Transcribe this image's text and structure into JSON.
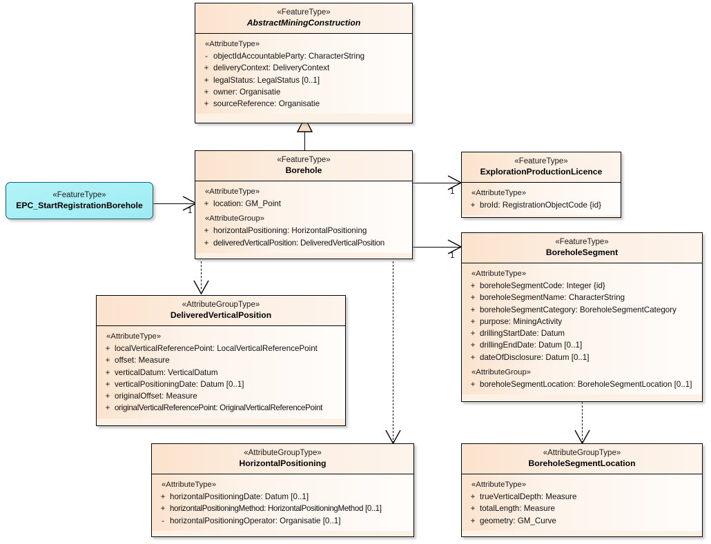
{
  "diagram": {
    "type": "uml-class-diagram",
    "title": "Borehole UML class diagram",
    "background_color": "#ffffff",
    "class_fill_color": "#fdf0e4",
    "process_fill_color": "#a6eff6",
    "line_color": "#000000"
  },
  "classes": [
    {
      "id": "abstract-mining-construction",
      "stereotype": "«FeatureType»",
      "name": "AbstractMiningConstruction",
      "abstract": true,
      "groups": [
        {
          "stereotype": "«AttributeType»",
          "attributes": [
            {
              "visibility": "-",
              "text": "objectIdAccountableParty: CharacterString"
            },
            {
              "visibility": "+",
              "text": "deliveryContext: DeliveryContext"
            },
            {
              "visibility": "+",
              "text": "legalStatus: LegalStatus [0..1]"
            },
            {
              "visibility": "+",
              "text": "owner: Organisatie"
            },
            {
              "visibility": "+",
              "text": "sourceReference: Organisatie"
            }
          ]
        }
      ]
    },
    {
      "id": "borehole",
      "stereotype": "«FeatureType»",
      "name": "Borehole",
      "abstract": false,
      "groups": [
        {
          "stereotype": "«AttributeType»",
          "attributes": [
            {
              "visibility": "+",
              "text": "location: GM_Point"
            }
          ]
        },
        {
          "stereotype": "«AttributeGroup»",
          "attributes": [
            {
              "visibility": "+",
              "text": "horizontalPositioning: HorizontalPositioning"
            },
            {
              "visibility": "+",
              "text": "deliveredVerticalPosition: DeliveredVerticalPosition"
            }
          ]
        }
      ]
    },
    {
      "id": "exploration-production-licence",
      "stereotype": "«FeatureType»",
      "name": "ExplorationProductionLicence",
      "abstract": false,
      "groups": [
        {
          "stereotype": "«AttributeType»",
          "attributes": [
            {
              "visibility": "+",
              "text": "broId: RegistrationObjectCode {id}"
            }
          ]
        }
      ]
    },
    {
      "id": "borehole-segment",
      "stereotype": "«FeatureType»",
      "name": "BoreholeSegment",
      "abstract": false,
      "groups": [
        {
          "stereotype": "«AttributeType»",
          "attributes": [
            {
              "visibility": "+",
              "text": "boreholeSegmentCode: Integer {id}"
            },
            {
              "visibility": "+",
              "text": "boreholeSegmentName: CharacterString"
            },
            {
              "visibility": "+",
              "text": "boreholeSegmentCategory: BoreholeSegmentCategory"
            },
            {
              "visibility": "+",
              "text": "purpose: MiningActivity"
            },
            {
              "visibility": "+",
              "text": "drillingStartDate: Datum"
            },
            {
              "visibility": "+",
              "text": "drillingEndDate: Datum [0..1]"
            },
            {
              "visibility": "+",
              "text": "dateOfDisclosure: Datum [0..1]"
            }
          ]
        },
        {
          "stereotype": "«AttributeGroup»",
          "attributes": [
            {
              "visibility": "+",
              "text": "boreholeSegmentLocation: BoreholeSegmentLocation [0..1]"
            }
          ]
        }
      ]
    },
    {
      "id": "delivered-vertical-position",
      "stereotype": "«AttributeGroupType»",
      "name": "DeliveredVerticalPosition",
      "abstract": false,
      "groups": [
        {
          "stereotype": "«AttributeType»",
          "attributes": [
            {
              "visibility": "+",
              "text": "localVerticalReferencePoint: LocalVerticalReferencePoint"
            },
            {
              "visibility": "+",
              "text": "offset: Measure"
            },
            {
              "visibility": "+",
              "text": "verticalDatum: VerticalDatum"
            },
            {
              "visibility": "+",
              "text": "verticalPositioningDate: Datum [0..1]"
            },
            {
              "visibility": "+",
              "text": "originalOffset: Measure"
            },
            {
              "visibility": "+",
              "text": "originalVerticalReferencePoint: OriginalVerticalReferencePoint"
            }
          ]
        }
      ]
    },
    {
      "id": "horizontal-positioning",
      "stereotype": "«AttributeGroupType»",
      "name": "HorizontalPositioning",
      "abstract": false,
      "groups": [
        {
          "stereotype": "«AttributeType»",
          "attributes": [
            {
              "visibility": "+",
              "text": "horizontalPositioningDate: Datum [0..1]"
            },
            {
              "visibility": "+",
              "text": "horizontalPositioningMethod: HorizontalPositioningMethod [0..1]"
            },
            {
              "visibility": "-",
              "text": "horizontalPositioningOperator: Organisatie [0..1]"
            }
          ]
        }
      ]
    },
    {
      "id": "borehole-segment-location",
      "stereotype": "«AttributeGroupType»",
      "name": "BoreholeSegmentLocation",
      "abstract": false,
      "groups": [
        {
          "stereotype": "«AttributeType»",
          "attributes": [
            {
              "visibility": "+",
              "text": "trueVerticalDepth: Measure"
            },
            {
              "visibility": "+",
              "text": "totalLength: Measure"
            },
            {
              "visibility": "+",
              "text": "geometry: GM_Curve"
            }
          ]
        }
      ]
    }
  ],
  "process": {
    "id": "epc-start-registration-borehole",
    "stereotype": "«FeatureType»",
    "name": "EPC_StartRegistrationBorehole"
  },
  "connectors": [
    {
      "id": "gen-borehole-to-abstract",
      "kind": "generalization",
      "from": "Borehole",
      "to": "AbstractMiningConstruction",
      "multiplicity": ""
    },
    {
      "id": "assoc-epc-to-borehole",
      "kind": "association",
      "from": "EPC_StartRegistrationBorehole",
      "to": "Borehole",
      "multiplicity": "1"
    },
    {
      "id": "assoc-borehole-to-licence",
      "kind": "association",
      "from": "Borehole",
      "to": "ExplorationProductionLicence",
      "multiplicity": "1"
    },
    {
      "id": "assoc-borehole-to-segment",
      "kind": "association",
      "from": "Borehole",
      "to": "BoreholeSegment",
      "multiplicity": "1"
    },
    {
      "id": "dep-borehole-to-dvp",
      "kind": "dependency",
      "from": "Borehole",
      "to": "DeliveredVerticalPosition",
      "multiplicity": ""
    },
    {
      "id": "dep-borehole-to-hp",
      "kind": "dependency",
      "from": "Borehole",
      "to": "HorizontalPositioning",
      "multiplicity": ""
    },
    {
      "id": "dep-segment-to-location",
      "kind": "dependency",
      "from": "BoreholeSegment",
      "to": "BoreholeSegmentLocation",
      "multiplicity": ""
    }
  ],
  "multiplicities": {
    "epc_to_borehole": "1",
    "borehole_to_licence": "1",
    "borehole_to_segment": "1"
  }
}
